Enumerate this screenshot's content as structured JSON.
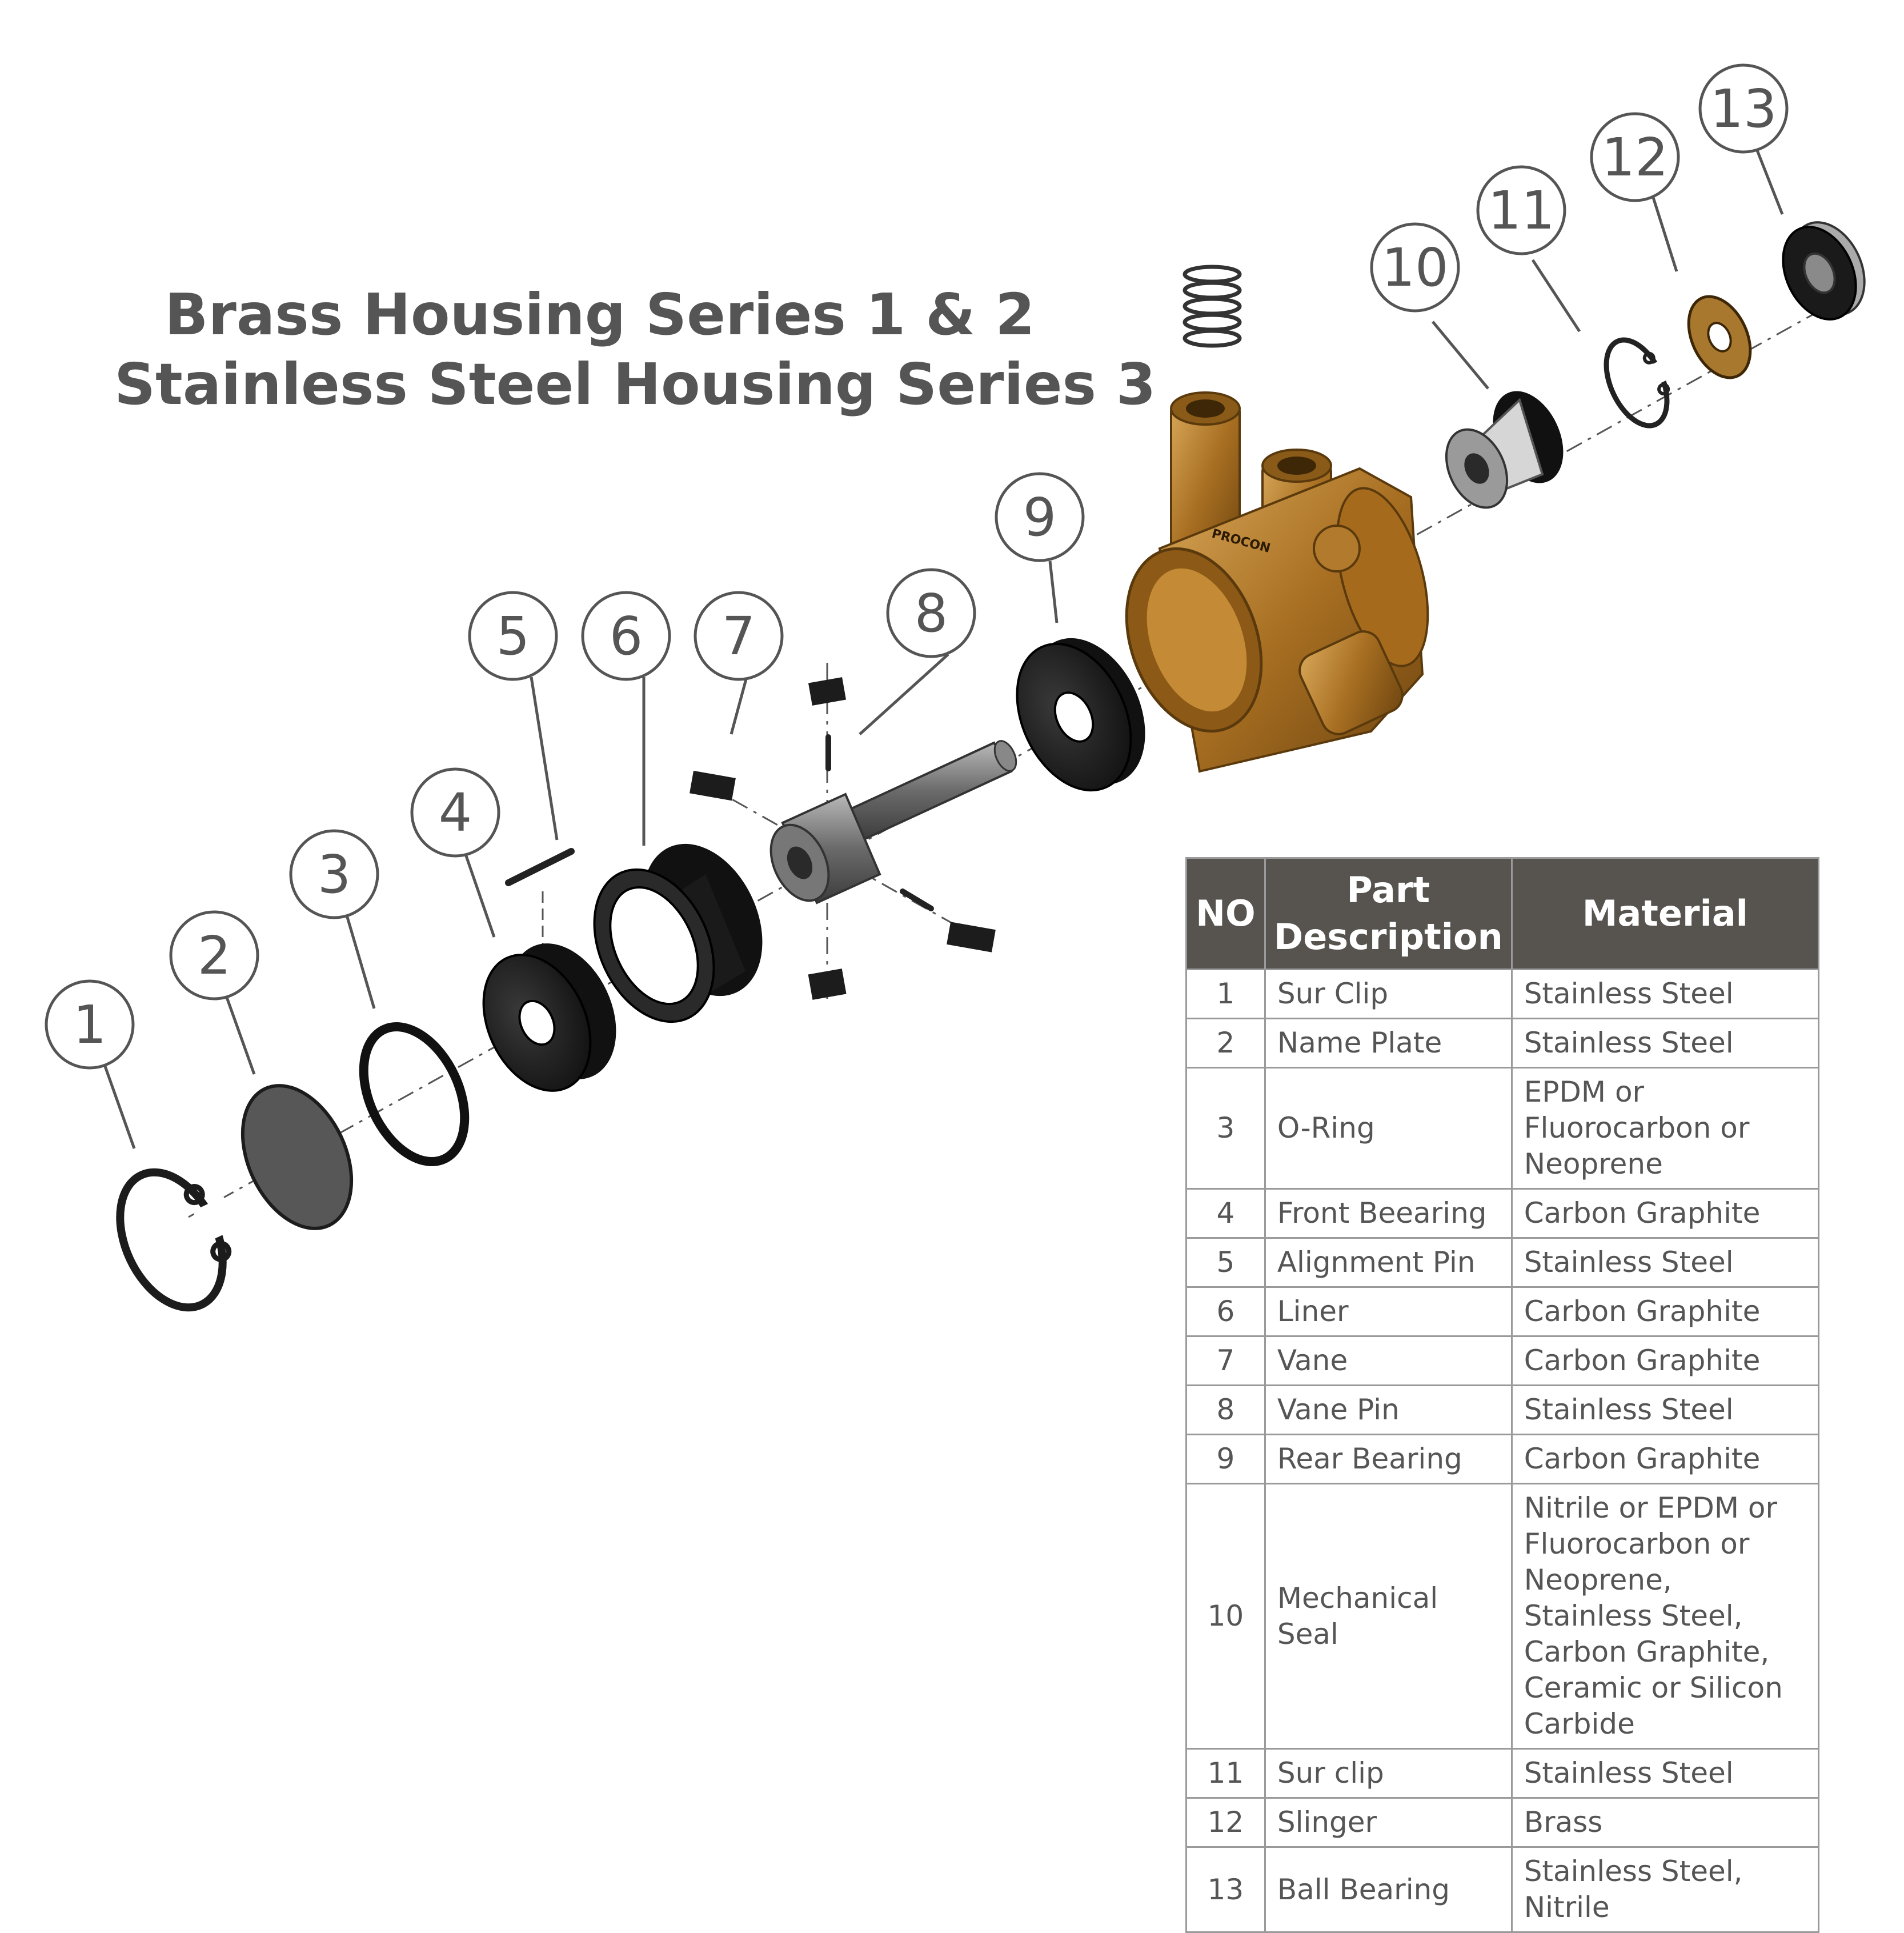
{
  "title": {
    "line1": "Brass Housing Series 1 & 2",
    "line2": "Stainless Steel Housing Series 3"
  },
  "callouts": [
    "1",
    "2",
    "3",
    "4",
    "5",
    "6",
    "7",
    "8",
    "9",
    "10",
    "11",
    "12",
    "13"
  ],
  "logo_text": "PROCON",
  "table": {
    "headers": {
      "no": "NO",
      "part": "Part Description",
      "material": "Material"
    },
    "rows": [
      {
        "no": "1",
        "part": "Sur Clip",
        "material": "Stainless Steel"
      },
      {
        "no": "2",
        "part": "Name Plate",
        "material": "Stainless Steel"
      },
      {
        "no": "3",
        "part": "O-Ring",
        "material": "EPDM or Fluorocarbon or Neoprene"
      },
      {
        "no": "4",
        "part": "Front Beearing",
        "material": "Carbon Graphite"
      },
      {
        "no": "5",
        "part": "Alignment Pin",
        "material": "Stainless Steel"
      },
      {
        "no": "6",
        "part": "Liner",
        "material": "Carbon Graphite"
      },
      {
        "no": "7",
        "part": "Vane",
        "material": "Carbon Graphite"
      },
      {
        "no": "8",
        "part": "Vane Pin",
        "material": "Stainless Steel"
      },
      {
        "no": "9",
        "part": "Rear Bearing",
        "material": "Carbon Graphite"
      },
      {
        "no": "10",
        "part": "Mechanical Seal",
        "material": "Nitrile or EPDM or Fluorocarbon or Neoprene,  Stainless Steel, Carbon Graphite, Ceramic or Silicon Carbide"
      },
      {
        "no": "11",
        "part": "Sur clip",
        "material": "Stainless Steel"
      },
      {
        "no": "12",
        "part": "Slinger",
        "material": "Brass"
      },
      {
        "no": "13",
        "part": "Ball Bearing",
        "material": "Stainless Steel, Nitrile"
      }
    ]
  },
  "colors": {
    "text": "#555555",
    "header_bg": "#575450",
    "brass": "#b07a2a",
    "black_part": "#1c1c1c",
    "steel": "#7f7f7f"
  }
}
